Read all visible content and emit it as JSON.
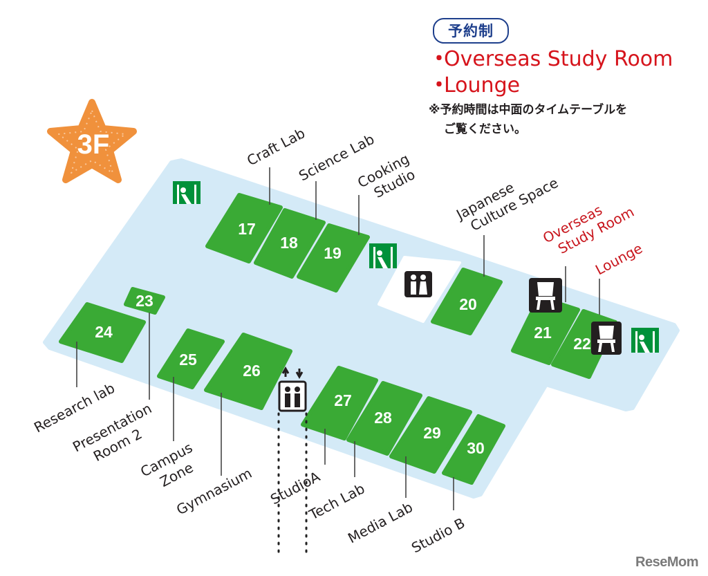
{
  "floor": {
    "label": "3F"
  },
  "legend": {
    "badge": "予約制",
    "items": [
      "Overseas Study Room",
      "Lounge"
    ],
    "bullet": "・",
    "note_line1": "※予約時間は中面のタイムテーブルを",
    "note_line2": "ご覧ください。"
  },
  "rooms": [
    {
      "number": "17",
      "name": "Craft Lab"
    },
    {
      "number": "18",
      "name": "Science Lab"
    },
    {
      "number": "19",
      "name": "Cooking Studio"
    },
    {
      "number": "20",
      "name": "Japanese Culture Space"
    },
    {
      "number": "21",
      "name": "Overseas Study Room",
      "reservation": true
    },
    {
      "number": "22",
      "name": "Lounge",
      "reservation": true
    },
    {
      "number": "23",
      "name": "Presentation Room 2"
    },
    {
      "number": "24",
      "name": "Research lab"
    },
    {
      "number": "25",
      "name": "Campus Zone"
    },
    {
      "number": "26",
      "name": "Gymnasium"
    },
    {
      "number": "27",
      "name": "StudioA"
    },
    {
      "number": "28",
      "name": "Tech Lab"
    },
    {
      "number": "29",
      "name": "Media Lab"
    },
    {
      "number": "30",
      "name": "Studio B"
    }
  ],
  "labels": {
    "craft": [
      "Craft Lab"
    ],
    "science": [
      "Science Lab"
    ],
    "cooking": [
      "Cooking",
      "Studio"
    ],
    "japanese": [
      "Japanese",
      "Culture Space"
    ],
    "overseas": [
      "Overseas",
      "Study Room"
    ],
    "lounge": [
      "Lounge"
    ],
    "research": [
      "Research lab"
    ],
    "presentation": [
      "Presentation",
      "Room 2"
    ],
    "campus": [
      "Campus",
      "Zone"
    ],
    "gym": [
      "Gymnasium"
    ],
    "studioa": [
      "StudioA"
    ],
    "tech": [
      "Tech Lab"
    ],
    "media": [
      "Media Lab"
    ],
    "studiob": [
      "Studio B"
    ]
  },
  "icons": [
    "emergency-exit-icon",
    "restroom-icon",
    "elevator-icon",
    "chair-icon"
  ],
  "colors": {
    "room": "#3aaa35",
    "floor": "#d4eaf7",
    "accent_red": "#d6141c",
    "badge_blue": "#1e3f8c",
    "star": "#f0913c"
  },
  "watermark": "ReseMom"
}
